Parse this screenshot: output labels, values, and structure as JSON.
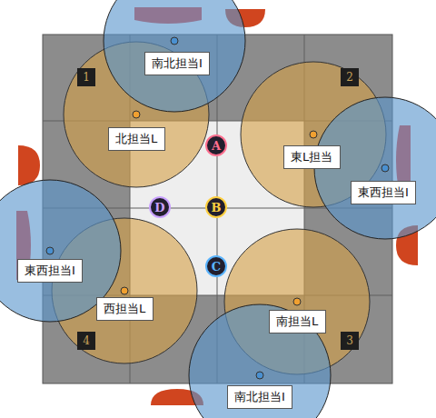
{
  "diagram": {
    "nodes": [
      {
        "text": [
          "南北担当I"
        ]
      },
      {
        "text": [
          "1"
        ]
      },
      {
        "text": [
          "2"
        ]
      },
      {
        "text": [
          "北担当L"
        ]
      },
      {
        "text": [
          "A"
        ]
      },
      {
        "text": [
          "東L担当"
        ]
      },
      {
        "text": [
          "東西担当I"
        ]
      },
      {
        "text": [
          "D"
        ]
      },
      {
        "text": [
          "B"
        ]
      },
      {
        "text": [
          "東西担当I"
        ]
      },
      {
        "text": [
          "C"
        ]
      },
      {
        "text": [
          "西担当L"
        ]
      },
      {
        "text": [
          "南担当L"
        ]
      },
      {
        "text": [
          "4"
        ]
      },
      {
        "text": [
          "3"
        ]
      },
      {
        "text": [
          "南北担当I"
        ]
      }
    ]
  }
}
